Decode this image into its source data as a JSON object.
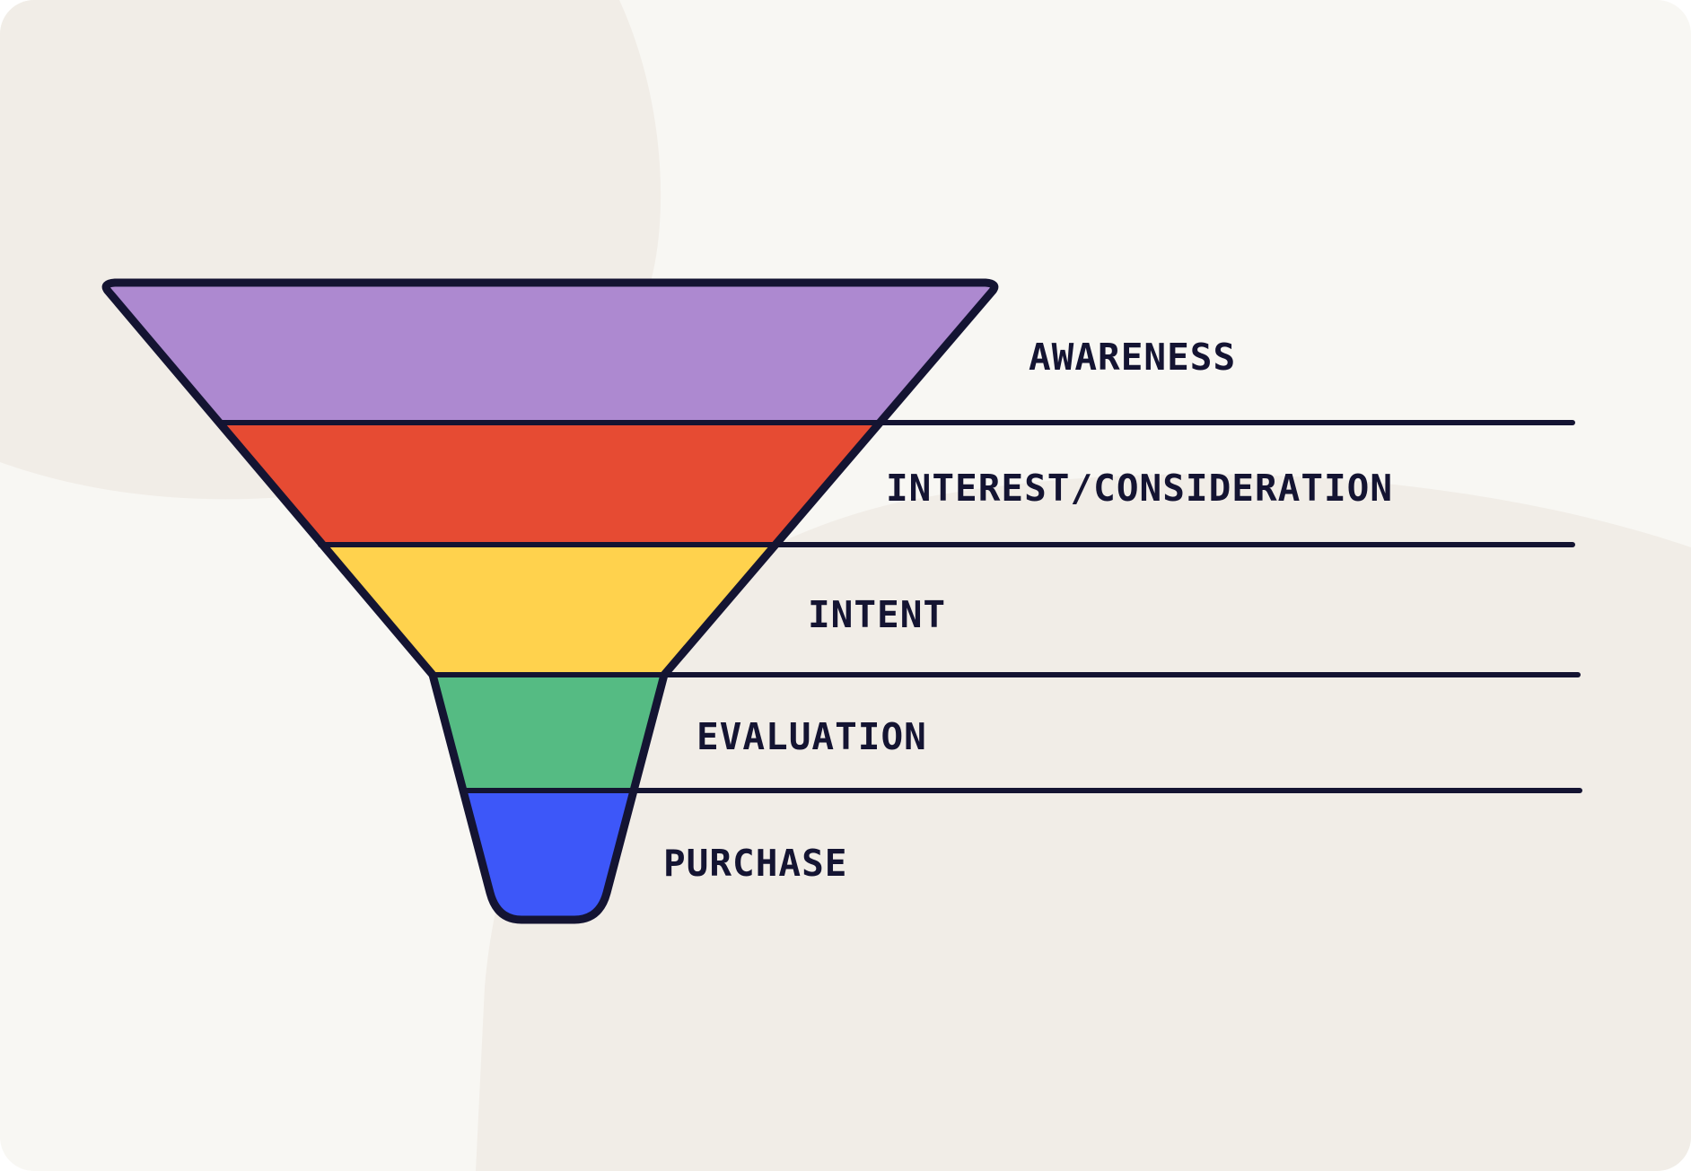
{
  "colors": {
    "background": "#f8f7f3",
    "blob": "#f1ede7",
    "outline": "#141432",
    "text": "#141432"
  },
  "stages": [
    {
      "label": "AWARENESS",
      "color": "#ad89d0"
    },
    {
      "label": "INTEREST/CONSIDERATION",
      "color": "#e64b33"
    },
    {
      "label": "INTENT",
      "color": "#ffd24d"
    },
    {
      "label": "EVALUATION",
      "color": "#55bb83"
    },
    {
      "label": "PURCHASE",
      "color": "#3d57f9"
    }
  ]
}
